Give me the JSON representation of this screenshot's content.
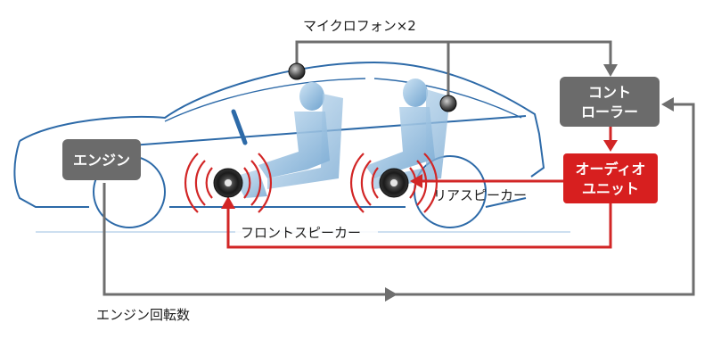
{
  "labels": {
    "microphones": "マイクロフォン×2",
    "rear_speaker": "リアスピーカー",
    "front_speaker": "フロントスピーカー",
    "engine_rpm": "エンジン回転数"
  },
  "boxes": {
    "engine": "エンジン",
    "controller_line1": "コント",
    "controller_line2": "ローラー",
    "audio_line1": "オーディオ",
    "audio_line2": "ユニット"
  },
  "colors": {
    "gray_box": "#6b6b6b",
    "red_box": "#d71f1f",
    "gray_line": "#6e6e6e",
    "red_line": "#d22626",
    "car_outline": "#2d6aa8",
    "seat_blue": "#9cc4e4"
  }
}
